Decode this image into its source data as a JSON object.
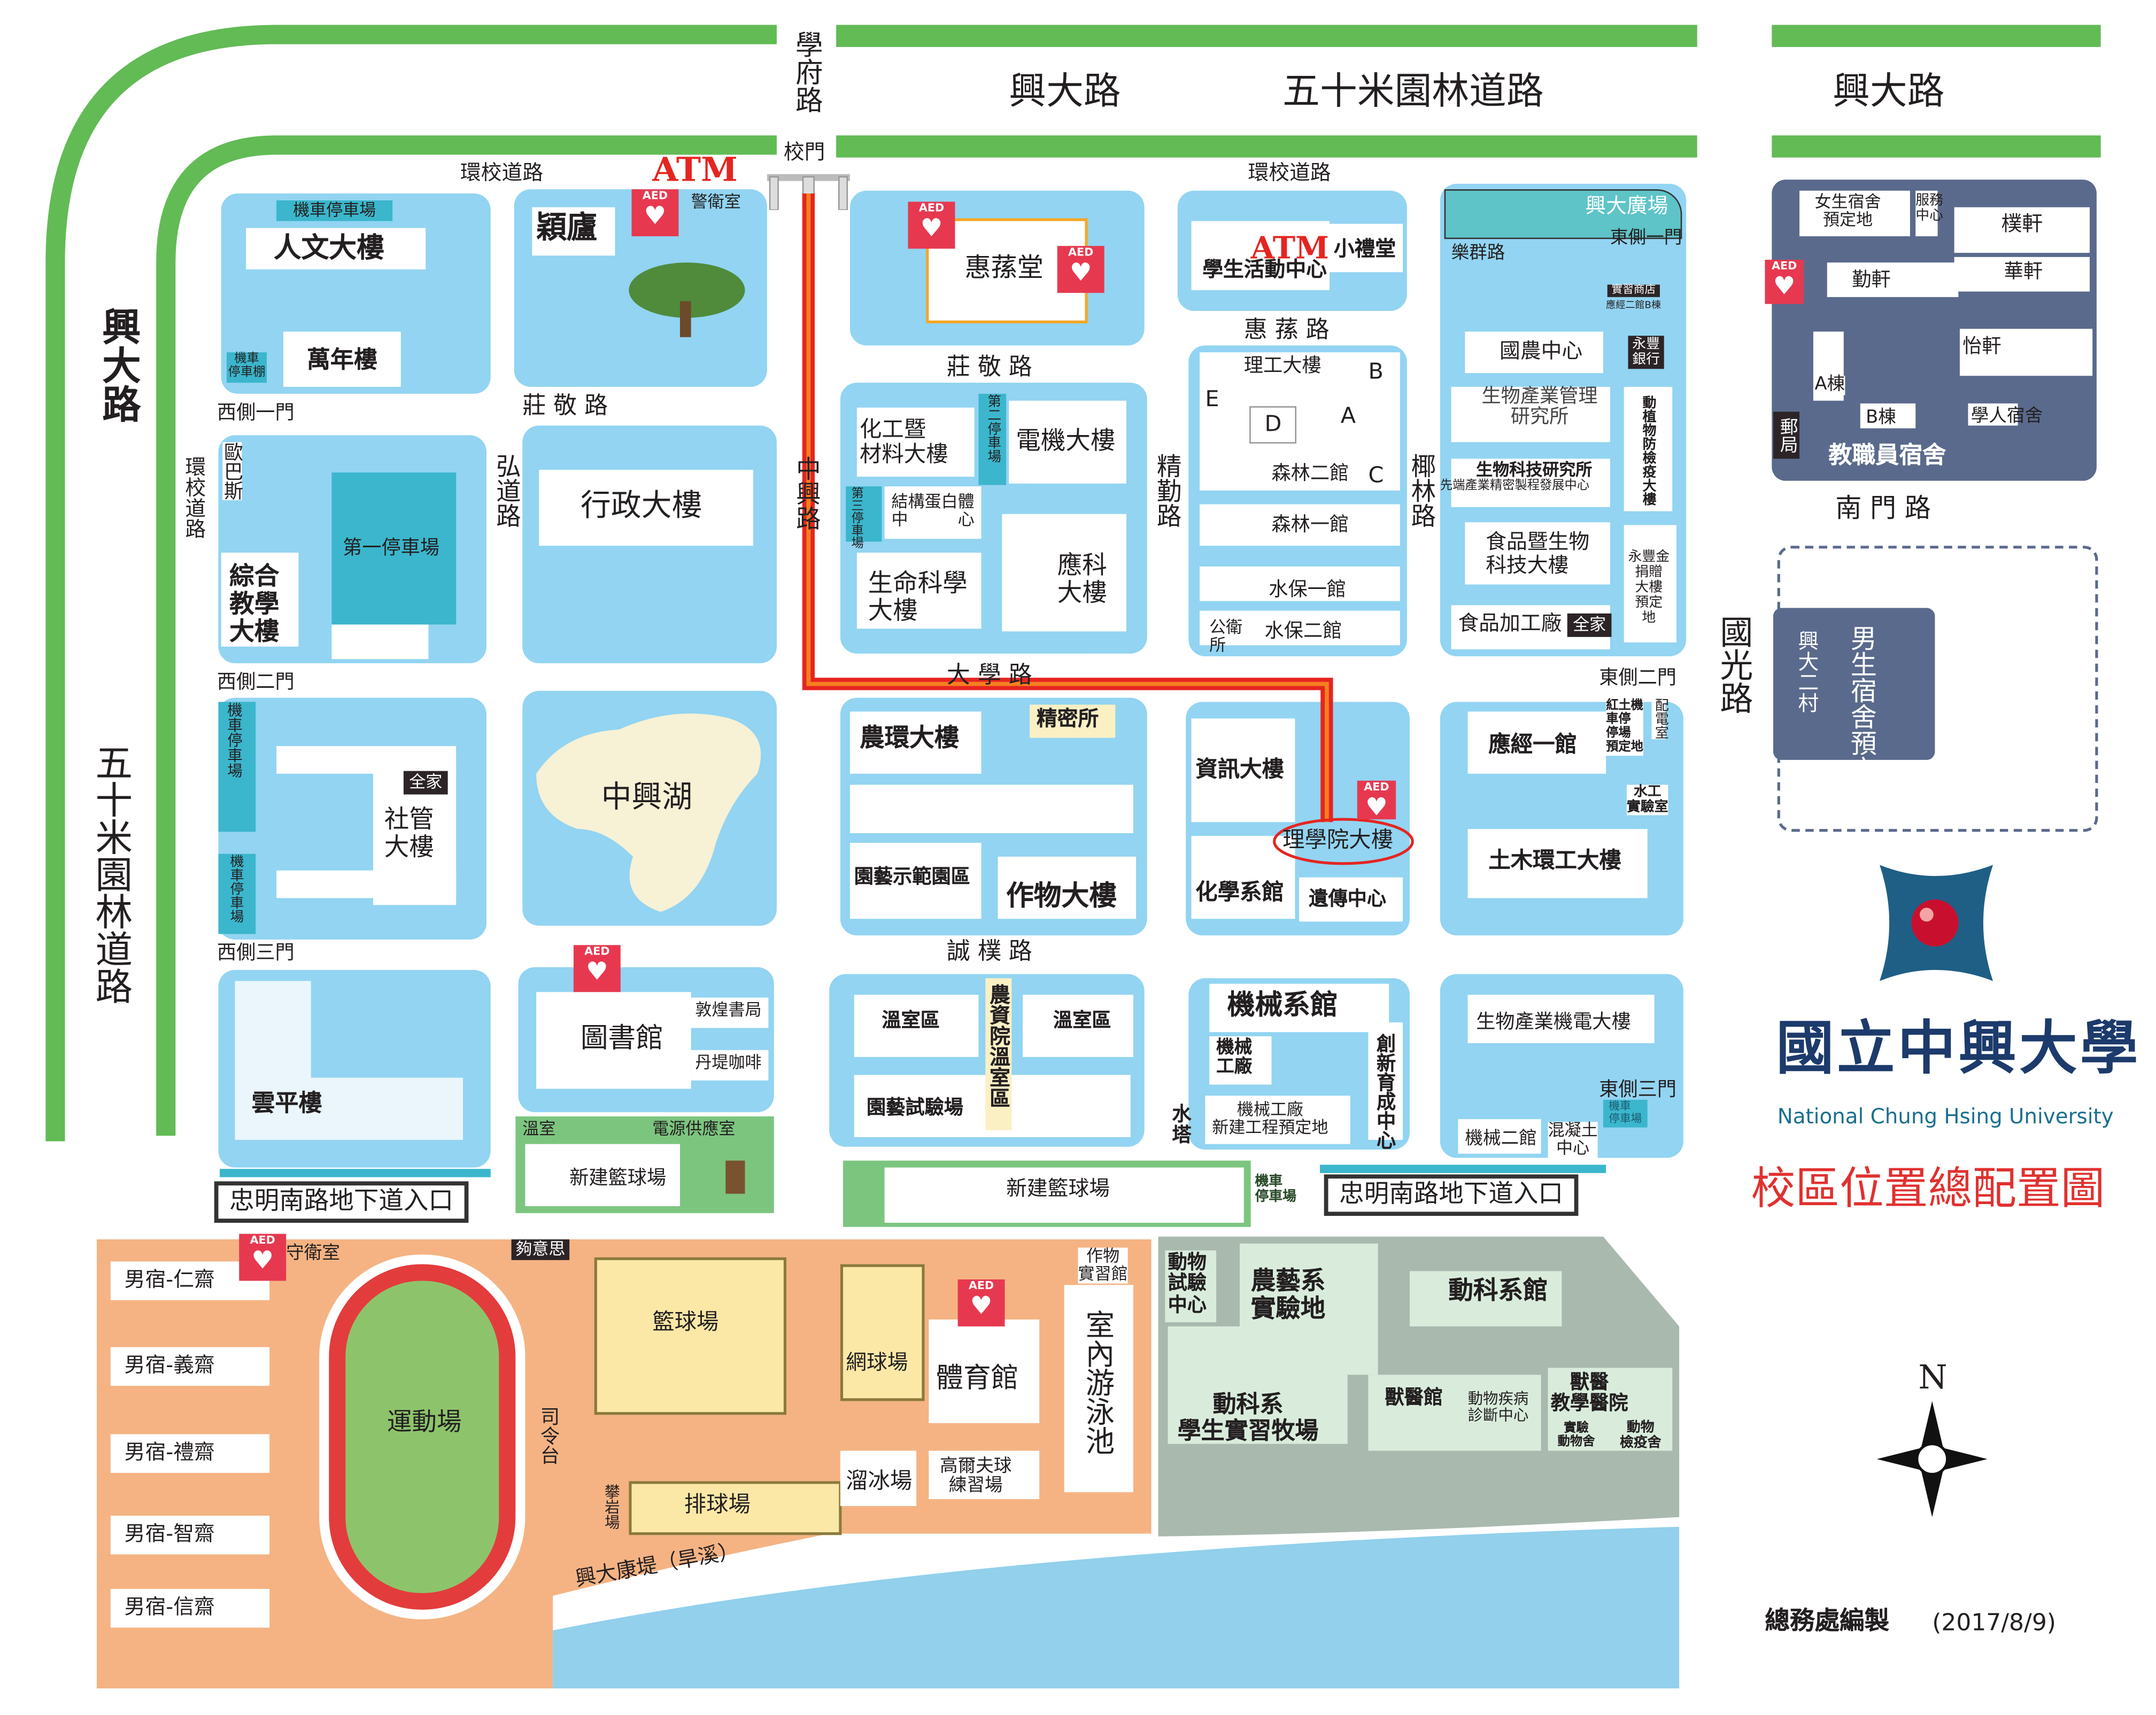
{
  "roads": {
    "xuefu": "學府路",
    "xingda_top": "興大路",
    "wushimi_top": "五十米園林道路",
    "xingda_right": "興大路",
    "xingda_left": "興大路",
    "wushimi_left": "五十米園林道路",
    "huanxiao_1": "環校道路",
    "huanxiao_2": "環校道路",
    "huanxiao_left": "環校道路",
    "zhuangjing_1": "莊 敬 路",
    "zhuangjing_2": "莊 敬 路",
    "hongdao": "弘道路",
    "zhongxing": "中興路",
    "jingqin": "精勤路",
    "yelin": "椰林路",
    "huisun": "惠 蓀 路",
    "daxue": "大 學 路",
    "chengpu": "誠 樸 路",
    "lequn": "樂群路",
    "guoguang": "國光路",
    "nanmen": "南 門 路",
    "kangdi": "興大康堤（旱溪）"
  },
  "gates": {
    "main": "校門",
    "west1": "西側一門",
    "west2": "西側二門",
    "west3": "西側三門",
    "east1": "東側一門",
    "east2": "東側二門",
    "east3": "東側三門",
    "underpass_w": "忠明南路地下道入口",
    "underpass_e": "忠明南路地下道入口"
  },
  "aed_label": "AED",
  "atm_label": "ATM",
  "b": {
    "scooter1": "機車停車場",
    "renwen": "人文大樓",
    "wannian": "萬年樓",
    "scooter_shed": "機車\n停車棚",
    "yinglu": "穎廬",
    "guard1": "警衛室",
    "bus": "歐巴斯",
    "parking1": "第一停車場",
    "zonghe": "綜合\n教學\n大樓",
    "xingzheng": "行政大樓",
    "scooter2": "機車停車場",
    "scooter3": "機車停車場",
    "family1": "全家",
    "sheguan": "社管\n大樓",
    "lake": "中興湖",
    "yunping": "雲平樓",
    "library": "圖書館",
    "dunhuang": "敦煌書局",
    "dante": "丹堤咖啡",
    "greenhouse_s": "溫室",
    "power": "電源供應室",
    "court_new1": "新建籃球場",
    "huisun": "惠蓀堂",
    "huagong": "化工暨\n材料大樓",
    "parking2": "第二停車場",
    "dianji": "電機大樓",
    "parking3": "第三停車場",
    "protein": "結構蛋白體\n中　　　心",
    "life": "生命科學\n大樓",
    "yingke": "應科\n大樓",
    "nonghuan": "農環大樓",
    "jingmi": "精密所",
    "yuanyi_demo": "園藝示範園區",
    "crop": "作物大樓",
    "greenhouse1": "溫室區",
    "greenhouse2": "溫室區",
    "agri_green": "農資院溫室區",
    "yuanyi_test": "園藝試驗場",
    "student_center": "學生活動中心",
    "auditorium": "小禮堂",
    "ligong": "理工大樓",
    "bl_b": "B",
    "bl_e": "E",
    "bl_d": "D",
    "bl_a": "A",
    "forest2": "森林二館",
    "bl_c": "C",
    "forest1": "森林一館",
    "soil1": "水保一館",
    "soil2": "水保二館",
    "public_health": "公衛\n所",
    "info": "資訊大樓",
    "science": "理學院大樓",
    "chem": "化學系館",
    "genetics": "遺傳中心",
    "mech": "機械系館",
    "mech_factory": "機械\n工廠",
    "incubator": "創新育成中心",
    "mech_new": "機械工廠\n新建工程預定地",
    "water_tower": "水\n塔",
    "plaza": "興大廣場",
    "shop": "實習商店",
    "yingjing2b": "應經二館B棟",
    "guonong": "國農中心",
    "bank": "永豐\n銀行",
    "biz_mgmt": "生物產業管理\n研究所",
    "quarantine": "動植物防檢疫大樓",
    "biotech": "生物科技研究所",
    "advanced": "先端產業精密製程發展中心",
    "food_bio": "食品暨生物\n科技大樓",
    "donation": "永豐金\n捐贈\n大樓\n預定\n地",
    "food_factory": "食品加工廠",
    "family2": "全家",
    "yingjing1": "應經一館",
    "red_parking": "紅土機\n車停\n停場\n預定地",
    "distribution": "配電室",
    "hydraulic": "水工\n實驗室",
    "civil": "土木環工大樓",
    "bio_mech": "生物產業機電大樓",
    "scooter4": "機車\n停車場",
    "mech2": "機械二館",
    "concrete": "混凝土\n中心",
    "court_new2": "新建籃球場",
    "scooter5": "機車\n停車場"
  },
  "south": {
    "dorm1": "男宿-仁齋",
    "dorm2": "男宿-義齋",
    "dorm3": "男宿-禮齋",
    "dorm4": "男宿-智齋",
    "dorm5": "男宿-信齋",
    "guard2": "守衛室",
    "gouyisi": "夠意思",
    "stadium": "運動場",
    "podium": "司令台",
    "basketball": "籃球場",
    "tennis": "網球場",
    "gym": "體育館",
    "crop_hall": "作物\n實習館",
    "pool": "室內游泳池",
    "skating": "溜冰場",
    "golf": "高爾夫球\n練習場",
    "volleyball": "排球場",
    "climbing": "攀岩場"
  },
  "animal": {
    "test_center": "動物\n試驗\n中心",
    "agronomy": "農藝系\n實驗地",
    "ansci": "動科系館",
    "ranch": "動科系\n學生實習牧場",
    "vet": "獸醫館",
    "diag": "動物疾病\n診斷中心",
    "hospital": "獸醫\n教學醫院",
    "lab_animal": "實驗\n動物舍",
    "quar": "動物\n檢疫舍"
  },
  "dorms": {
    "girls": "女生宿舍\n預定地",
    "service": "服務\n中心",
    "pu": "樸軒",
    "qin": "勤軒",
    "hua": "華軒",
    "yi": "怡軒",
    "a": "A棟",
    "b": "B棟",
    "scholar": "學人宿舍",
    "post": "郵局",
    "staff": "教職員宿舍",
    "village": "興大二村",
    "boys_future": "男生宿舍預定地"
  },
  "title": {
    "name_zh": "國立中興大學",
    "name_en": "National Chung Hsing University",
    "map_title": "校區位置總配置圖",
    "compass_n": "N",
    "credit": "總務處編製",
    "date": "(2017/8/9)"
  },
  "colors": {
    "road": "#62bb55",
    "block": "#92d4f2",
    "route": "#e52521",
    "dorm": "#5a6a8c",
    "sports": "#f5b383",
    "animal": "#a9b9ae",
    "river": "#92d0ec",
    "title_red": "#e0312f"
  }
}
